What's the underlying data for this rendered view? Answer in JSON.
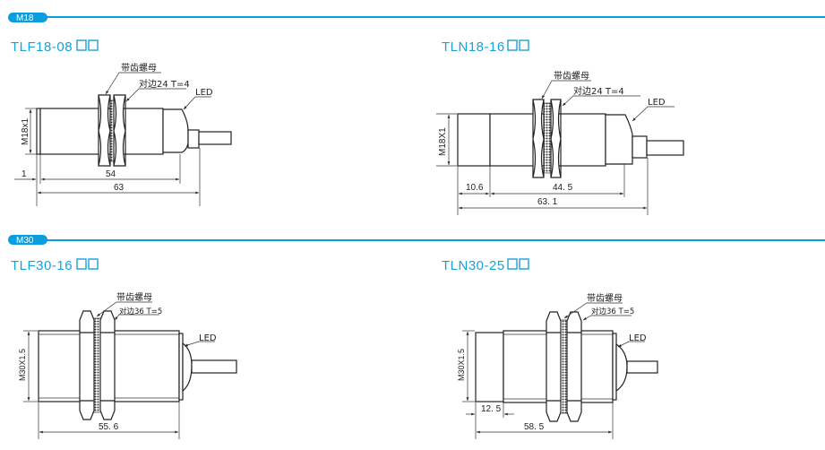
{
  "sections": [
    {
      "tag": "M18",
      "color": "#0a9ee0"
    },
    {
      "tag": "M30",
      "color": "#0a9ee0"
    }
  ],
  "drawings": [
    {
      "model": "TLF18-08",
      "nut_label": "带齿螺母",
      "nut_spec": "对边24 T=4",
      "led": "LED",
      "thread": "M18x1",
      "dims": [
        "1",
        "54",
        "63"
      ]
    },
    {
      "model": "TLN18-16",
      "nut_label": "带齿螺母",
      "nut_spec": "对边24 T=4",
      "led": "LED",
      "thread": "M18X1",
      "dims": [
        "10.6",
        "44. 5",
        "63. 1"
      ]
    },
    {
      "model": "TLF30-16",
      "nut_label": "带齿螺母",
      "nut_spec": "对边36  T=5",
      "led": "LED",
      "thread": "M30X1.5",
      "dims": [
        "55. 6"
      ]
    },
    {
      "model": "TLN30-25",
      "nut_label": "带齿螺母",
      "nut_spec": "对边36  T=5",
      "led": "LED",
      "thread": "M30X1.5",
      "dims": [
        "12. 5",
        "58. 5"
      ]
    }
  ]
}
